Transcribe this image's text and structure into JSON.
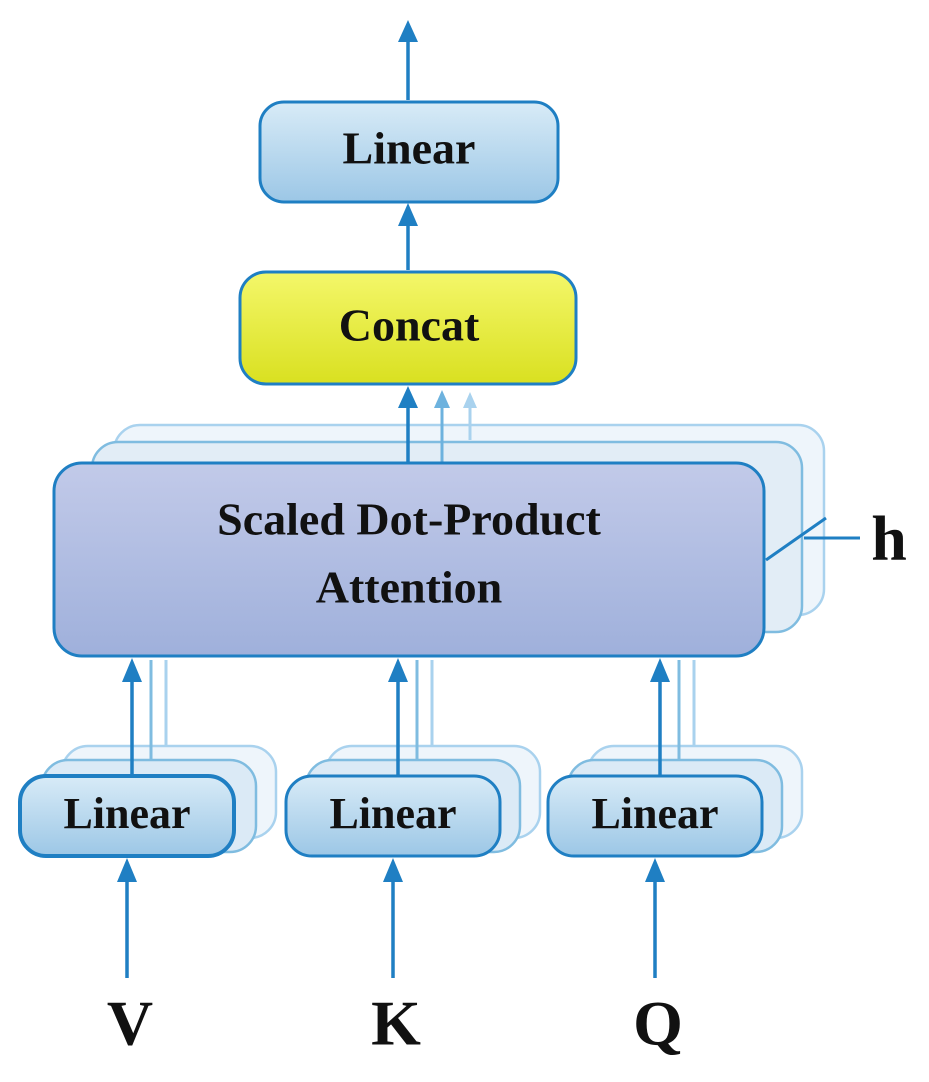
{
  "output_linear": {
    "label": "Linear"
  },
  "concat": {
    "label": "Concat"
  },
  "attention": {
    "line1": "Scaled Dot-Product",
    "line2": "Attention"
  },
  "heads": {
    "label": "h"
  },
  "projections": [
    {
      "label": "Linear",
      "input": "V"
    },
    {
      "label": "Linear",
      "input": "K"
    },
    {
      "label": "Linear",
      "input": "Q"
    }
  ],
  "colors": {
    "arrow": "#1f7fc3",
    "linear_fill_top": "#d8ebf7",
    "linear_fill_bottom": "#9cc7e6",
    "concat_fill_top": "#f4f76a",
    "concat_fill_bottom": "#d9e020",
    "attention_fill_top": "#c2cae9",
    "attention_fill_bottom": "#9fb0db",
    "border": "#1f7fc3"
  }
}
